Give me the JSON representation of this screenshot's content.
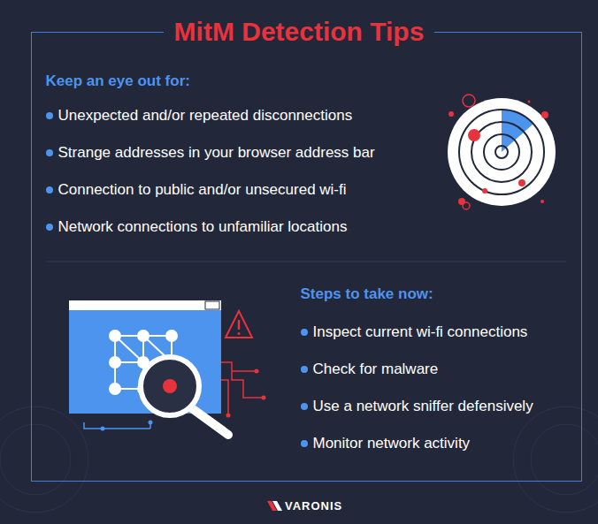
{
  "diagram": {
    "title": "MitM Detection Tips",
    "nodes": [
      {
        "text": [
          "Keep an eye out for:",
          "Unexpected and/or repeated disconnections",
          "Strange addresses in your browser address bar",
          "Connection to public and/or unsecured wi-fi",
          "Network connections to unfamiliar locations",
          "Steps to take now:",
          "Inspect current wi-fi connections",
          "Check for malware",
          "Use a network sniffer defensively",
          "Monitor network activity"
        ]
      }
    ],
    "labels": [
      "VARONIS"
    ]
  }
}
